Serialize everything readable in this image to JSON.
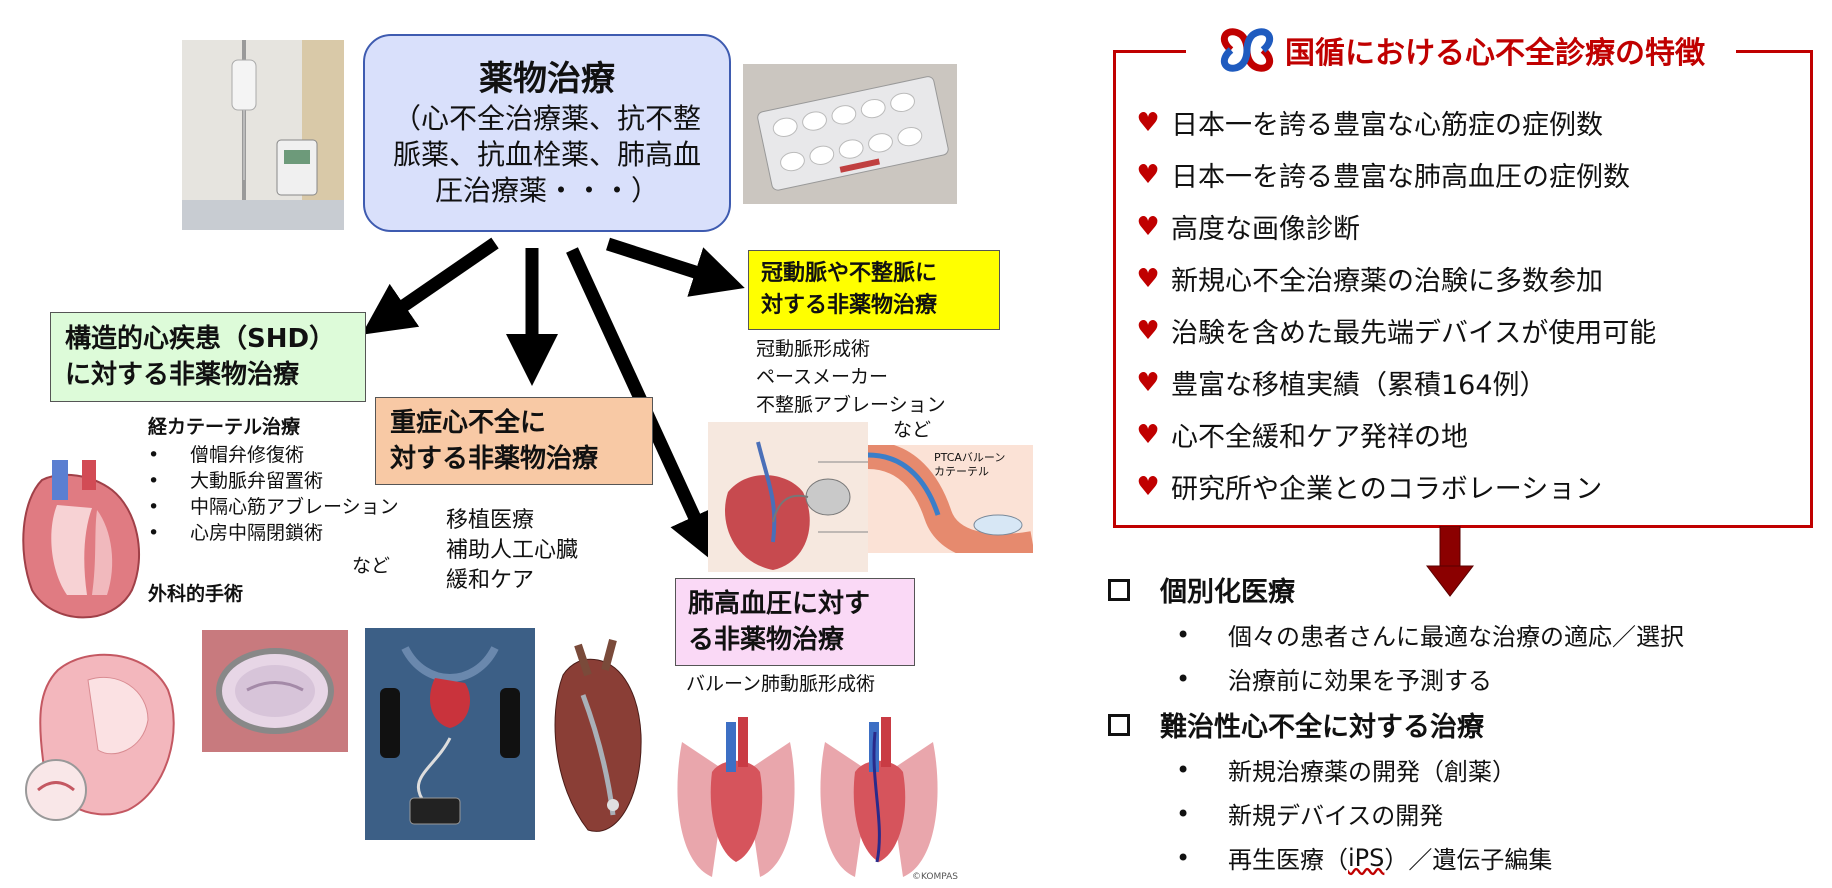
{
  "center": {
    "title": "薬物治療",
    "lines": [
      "（心不全治療薬、抗不整",
      "脈薬、抗血栓薬、肺高血",
      "圧治療薬・・・）"
    ]
  },
  "shd": {
    "lines": [
      "構造的心疾患（SHD）",
      "に対する非薬物治療"
    ],
    "catheter_heading": "経カテーテル治療",
    "catheter_items": [
      "僧帽弁修復術",
      "大動脈弁留置術",
      "中隔心筋アブレーション",
      "心房中隔閉鎖術"
    ],
    "etc": "など",
    "surgery_heading": "外科的手術"
  },
  "severe_hf": {
    "lines": [
      "重症心不全に",
      "対する非薬物治療"
    ],
    "items": [
      "移植医療",
      "補助人工心臓",
      "緩和ケア"
    ]
  },
  "coronary": {
    "lines": [
      "冠動脈や不整脈に",
      "対する非薬物治療"
    ],
    "items": [
      "冠動脈形成術",
      "ペースメーカー",
      "不整脈アブレーション"
    ],
    "etc": "など",
    "catheter_label_1": "PTCAバルーン",
    "catheter_label_2": "カテーテル"
  },
  "pulmonary": {
    "lines": [
      "肺高血圧に対す",
      "る非薬物治療"
    ],
    "item": "バルーン肺動脈形成術",
    "credit": "©KOMPAS"
  },
  "panel": {
    "title": "国循における心不全診療の特徴",
    "features": [
      "日本一を誇る豊富な心筋症の症例数",
      "日本一を誇る豊富な肺高血圧の症例数",
      "高度な画像診断",
      "新規心不全治療薬の治験に多数参加",
      "治験を含めた最先端デバイスが使用可能",
      "豊富な移植実績（累積164例）",
      "心不全緩和ケア発祥の地",
      "研究所や企業とのコラボレーション"
    ]
  },
  "outlook": {
    "personalized": {
      "heading": "個別化医療",
      "items": [
        "個々の患者さんに最適な治療の適応／選択",
        "治療前に効果を予測する"
      ]
    },
    "refractory": {
      "heading": "難治性心不全に対する治療",
      "items": [
        "新規治療薬の開発（創薬）",
        "新規デバイスの開発"
      ],
      "last_prefix": "再生医療（",
      "last_ips": "iPS",
      "last_suffix": "）／遺伝子編集"
    }
  },
  "colors": {
    "accent_red": "#c00000",
    "center_fill": "#d9e0fb"
  }
}
